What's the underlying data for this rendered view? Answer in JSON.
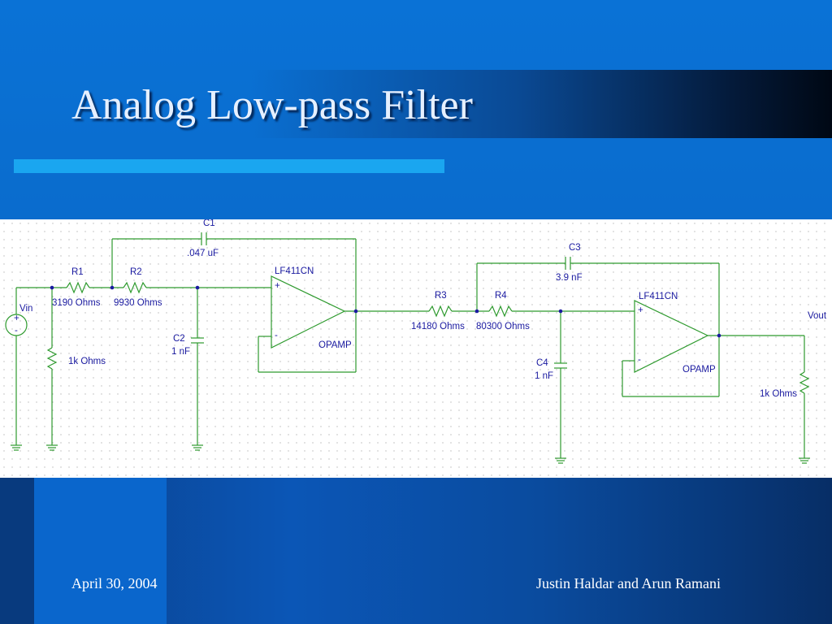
{
  "slide": {
    "title": "Analog Low-pass Filter",
    "footer_left": "April 30, 2004",
    "footer_right": "Justin Haldar and Arun Ramani"
  },
  "schematic": {
    "source": {
      "label": "Vin",
      "plus": "+",
      "minus": "-"
    },
    "r_in_load": {
      "value": "1k Ohms"
    },
    "r1": {
      "name": "R1",
      "value": "3190 Ohms"
    },
    "r2": {
      "name": "R2",
      "value": "9930 Ohms"
    },
    "c1": {
      "name": "C1",
      "value": ".047 uF"
    },
    "c2": {
      "name": "C2",
      "value": "1 nF"
    },
    "opamp1": {
      "name": "LF411CN",
      "type": "OPAMP",
      "plus": "+",
      "minus": "-"
    },
    "r3": {
      "name": "R3",
      "value": "14180 Ohms"
    },
    "r4": {
      "name": "R4",
      "value": "80300 Ohms"
    },
    "c3": {
      "name": "C3",
      "value": "3.9 nF"
    },
    "c4": {
      "name": "C4",
      "value": "1 nF"
    },
    "opamp2": {
      "name": "LF411CN",
      "type": "OPAMP",
      "plus": "+",
      "minus": "-"
    },
    "output": {
      "label": "Vout"
    },
    "r_load": {
      "value": "1k Ohms"
    }
  },
  "colors": {
    "wire": "#2e9a2e",
    "label": "#1a1aa0",
    "component": "#2e9a2e",
    "grid_dot": "#b8b8b8"
  }
}
